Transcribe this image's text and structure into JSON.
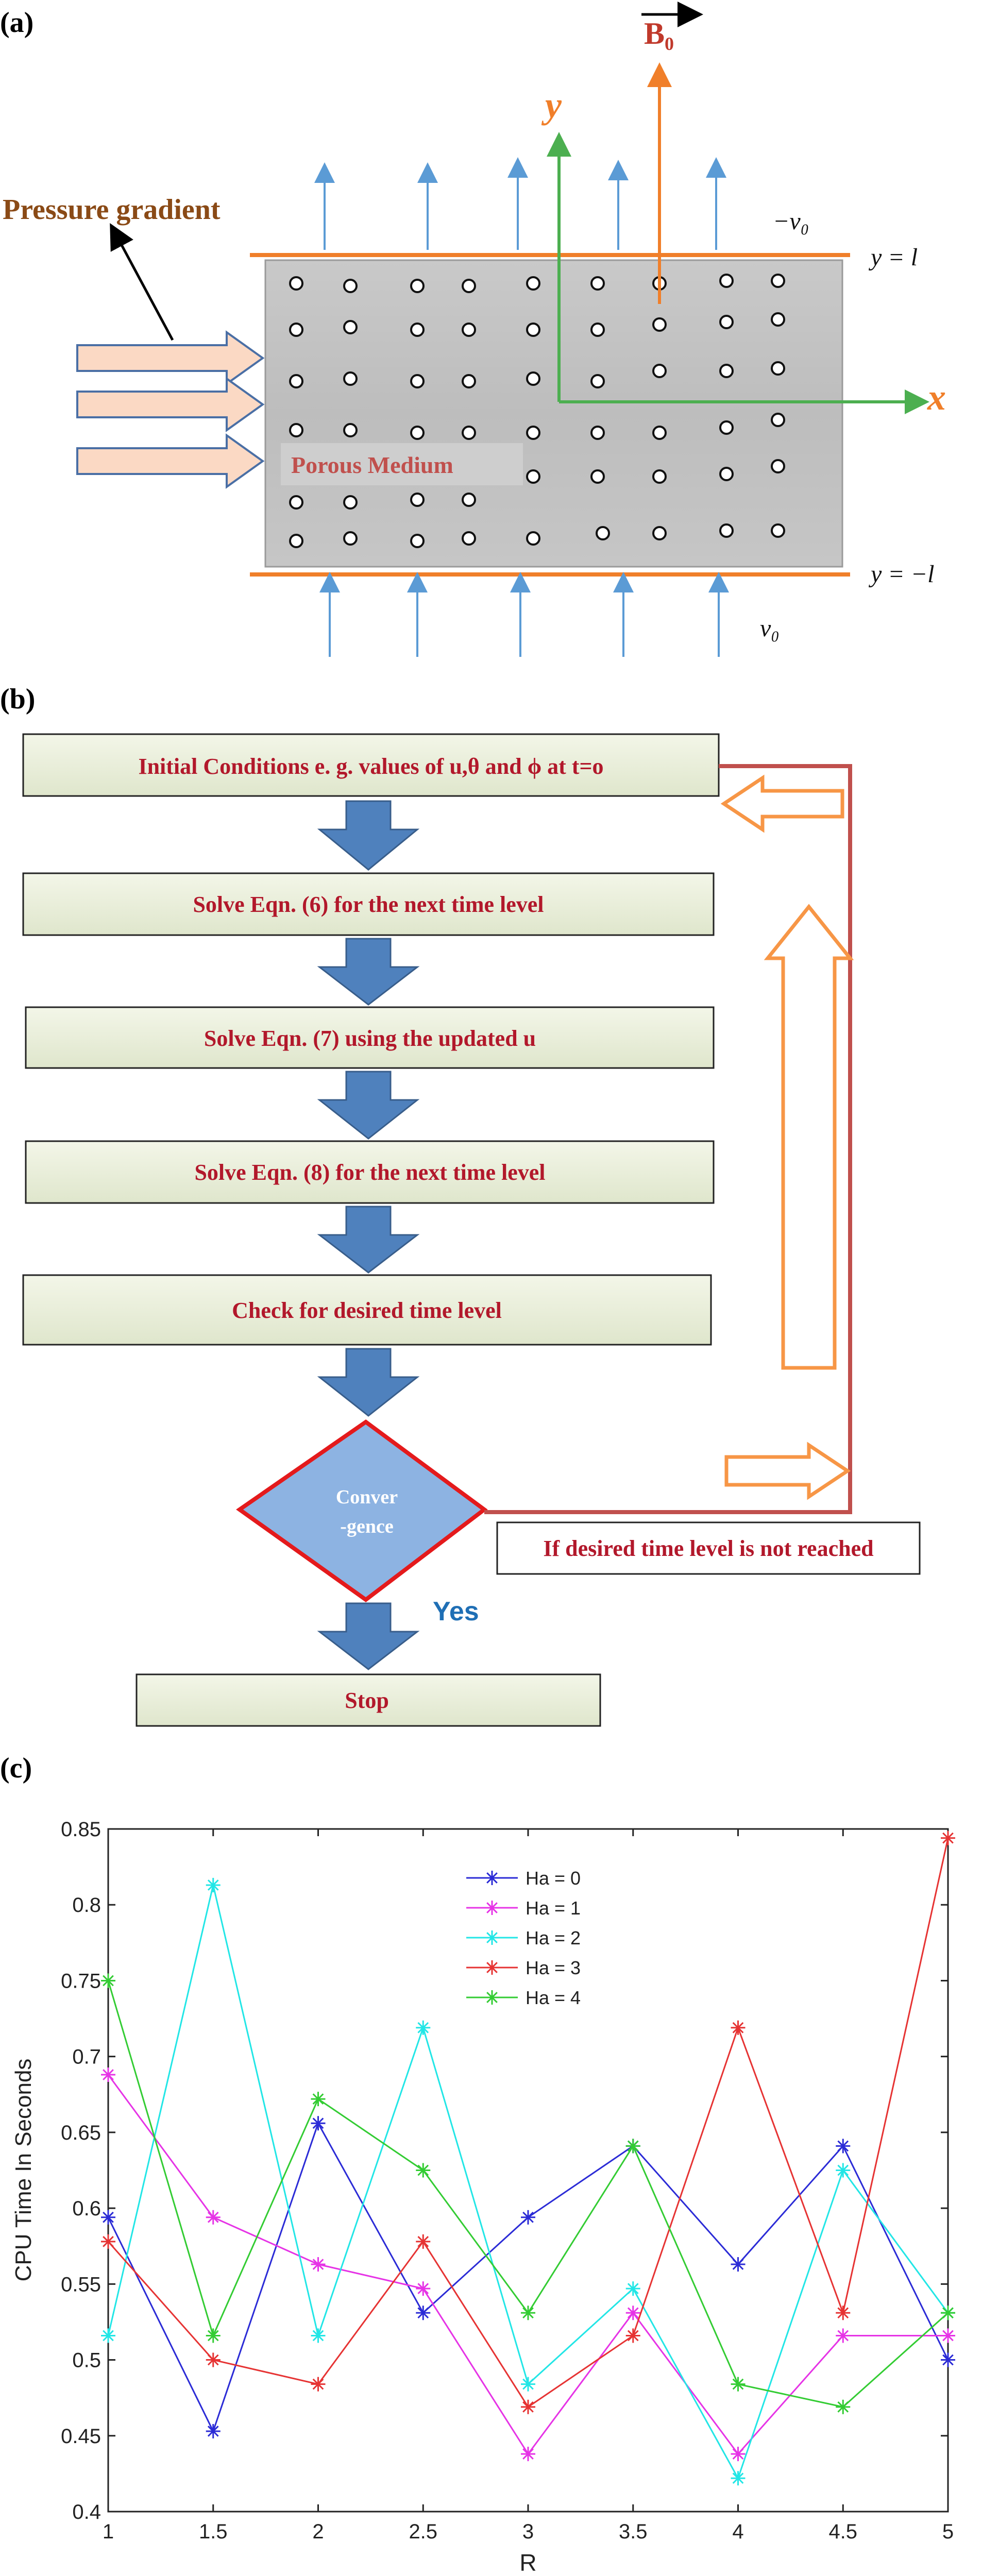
{
  "panels": {
    "a": "(a)",
    "b": "(b)",
    "c": "(c)"
  },
  "diagram_a": {
    "field_label": "B₀",
    "pressure_label": "Pressure gradient",
    "medium_label": "Porous Medium",
    "y_axis": "y",
    "x_axis": "x",
    "top_velocity": "−v₀",
    "bottom_velocity": "v₀",
    "top_wall": "y = l",
    "bottom_wall": "y = −l"
  },
  "flowchart": {
    "step1": "Initial Conditions e. g. values of u,θ and ϕ at t=o",
    "step2": "Solve Eqn. (6) for the next time level",
    "step3": "Solve Eqn. (7) using the updated u",
    "step4": "Solve Eqn. (8) for the next time level",
    "step5": "Check for desired time level",
    "decision_line1": "Conver",
    "decision_line2": "-gence",
    "yes_label": "Yes",
    "loop_label": "If desired time level is not reached",
    "stop_label": "Stop"
  },
  "chart_data": {
    "type": "line",
    "xlabel": "R",
    "ylabel": "CPU Time In Seconds",
    "x": [
      1,
      1.5,
      2,
      2.5,
      3,
      3.5,
      4,
      4.5,
      5
    ],
    "xticks": [
      "1",
      "1.5",
      "2",
      "2.5",
      "3",
      "3.5",
      "4",
      "4.5",
      "5"
    ],
    "yticks": [
      "0.4",
      "0.45",
      "0.5",
      "0.55",
      "0.6",
      "0.65",
      "0.7",
      "0.75",
      "0.8",
      "0.85"
    ],
    "xlim": [
      1,
      5
    ],
    "ylim": [
      0.4,
      0.85
    ],
    "legend_position": "upper-middle",
    "series": [
      {
        "name": "Ha = 0",
        "color": "#2b2bd6",
        "values": [
          0.594,
          0.453,
          0.656,
          0.531,
          0.594,
          0.641,
          0.563,
          0.641,
          0.5
        ]
      },
      {
        "name": "Ha = 1",
        "color": "#e633e6",
        "values": [
          0.688,
          0.594,
          0.563,
          0.547,
          0.438,
          0.531,
          0.438,
          0.516,
          0.516
        ]
      },
      {
        "name": "Ha = 2",
        "color": "#22e6e6",
        "values": [
          0.516,
          0.813,
          0.516,
          0.719,
          0.484,
          0.547,
          0.422,
          0.625,
          0.531
        ]
      },
      {
        "name": "Ha = 3",
        "color": "#e63333",
        "values": [
          0.578,
          0.5,
          0.484,
          0.578,
          0.469,
          0.516,
          0.719,
          0.531,
          0.844
        ]
      },
      {
        "name": "Ha = 4",
        "color": "#33cc33",
        "values": [
          0.75,
          0.516,
          0.672,
          0.625,
          0.531,
          0.641,
          0.484,
          0.469,
          0.531
        ]
      }
    ]
  }
}
